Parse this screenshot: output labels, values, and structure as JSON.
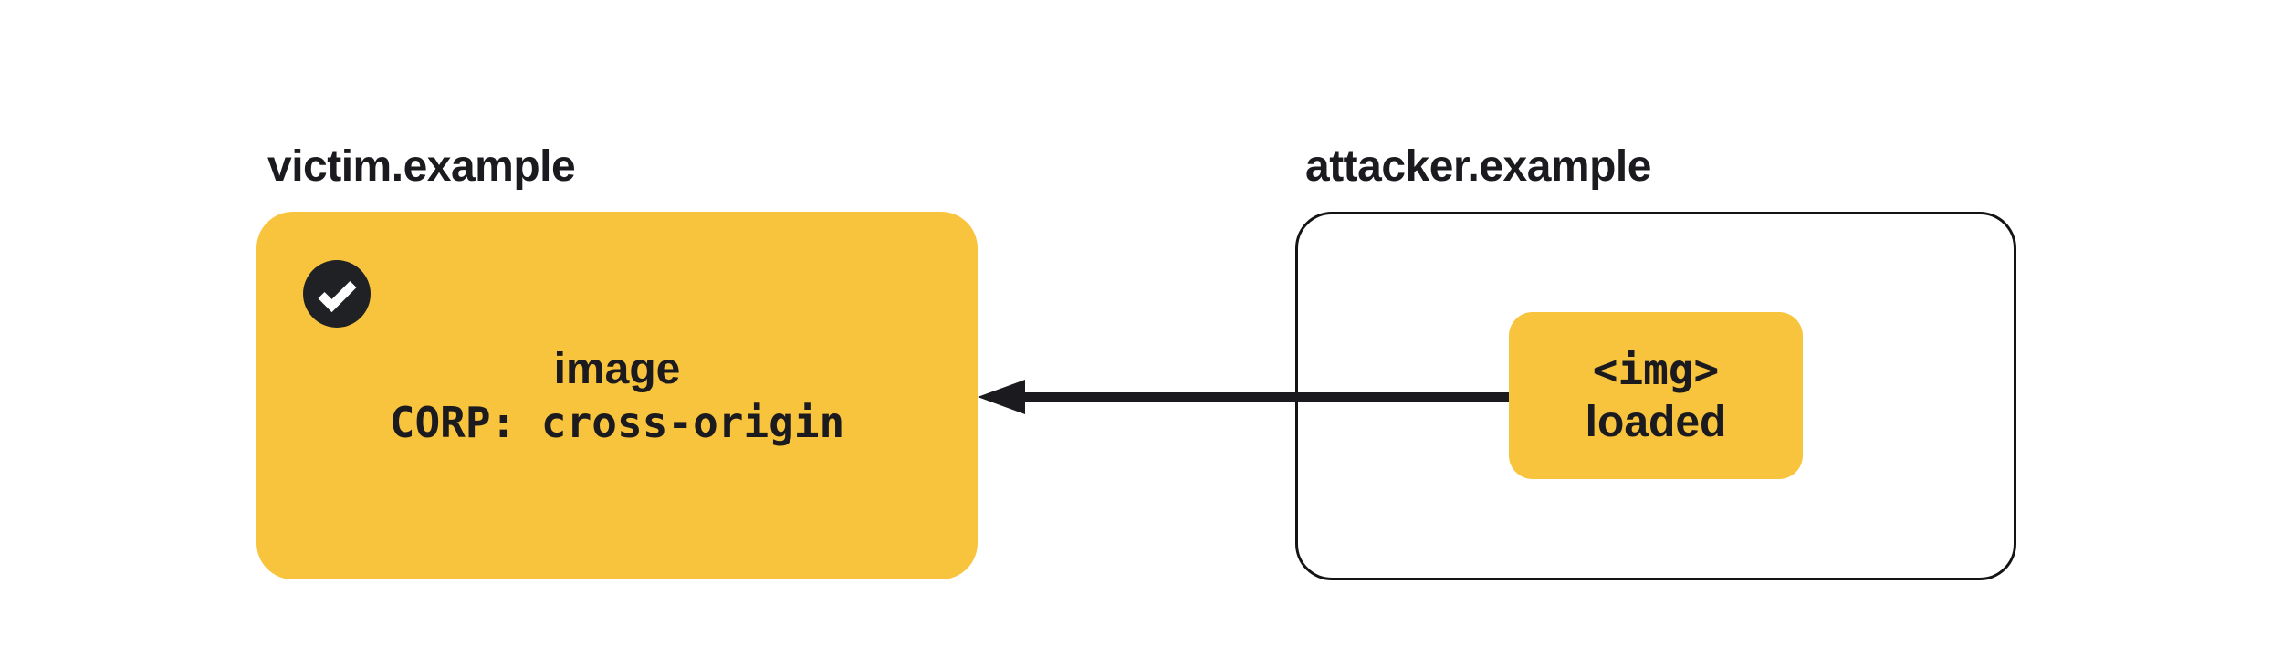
{
  "colors": {
    "yellow": "#F9C43D",
    "dark": "#1B1B1F",
    "circle": "#1F2125",
    "border": "#141414",
    "background": "#FFFFFF"
  },
  "victim": {
    "label": "victim.example",
    "status_icon": "check-circle-icon",
    "resource_line": "image",
    "corp_line": "CORP: cross-origin"
  },
  "attacker": {
    "label": "attacker.example",
    "tag_line": "<img>",
    "status_line": "loaded"
  },
  "arrow": {
    "direction": "attacker-to-victim",
    "meaning": "image request loaded cross-origin"
  }
}
